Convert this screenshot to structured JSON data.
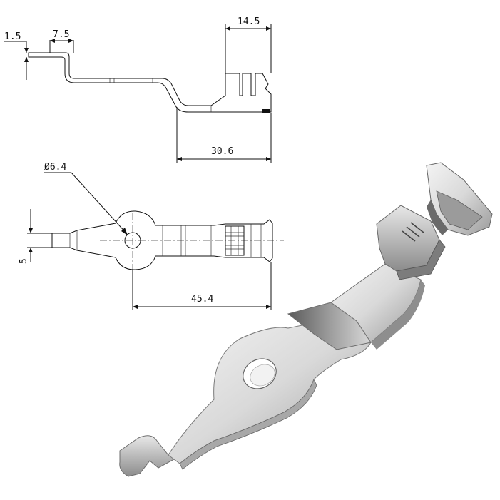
{
  "dimensions": {
    "thickness": "1.5",
    "tab_length": "7.5",
    "crimp_length": "14.5",
    "offset_length": "30.6",
    "hole_diameter": "Ø6.4",
    "tab_width": "5",
    "overall_length": "45.4"
  }
}
